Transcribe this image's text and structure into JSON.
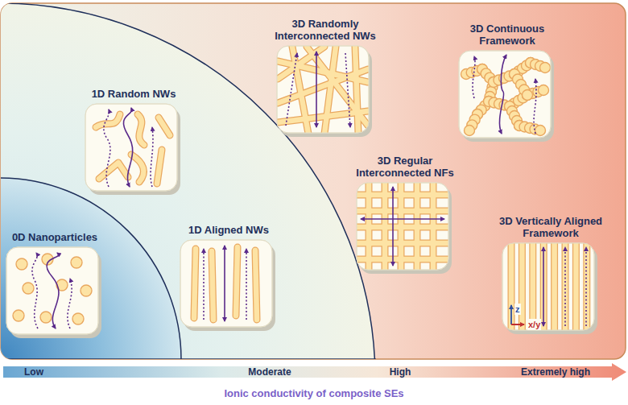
{
  "diagram": {
    "caption": "Ionic conductivity of composite SEs",
    "nodes": [
      {
        "text": [
          "0D Nanoparticles"
        ]
      },
      {
        "text": [
          "1D Random NWs"
        ]
      },
      {
        "text": [
          "1D Aligned NWs"
        ]
      },
      {
        "text": [
          "3D Randomly Interconnected NWs"
        ]
      },
      {
        "text": [
          "3D Regular Interconnected NFs"
        ]
      },
      {
        "text": [
          "3D Continuous Framework"
        ]
      },
      {
        "text": [
          "3D Vertically Aligned Framework"
        ]
      }
    ],
    "labels": [
      "z",
      "x/y",
      "Low",
      "Moderate",
      "High",
      "Extremely high"
    ]
  }
}
